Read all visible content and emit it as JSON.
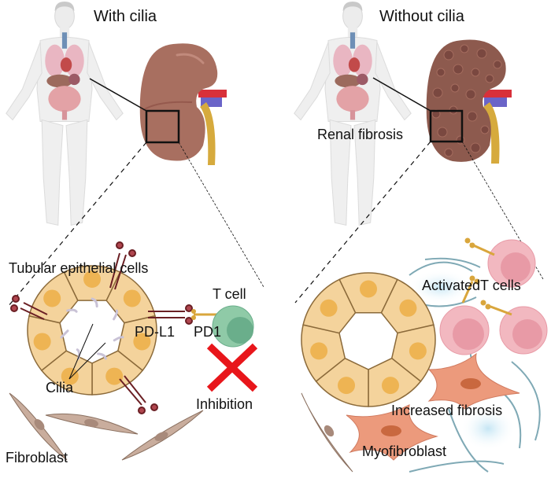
{
  "panels": {
    "left": {
      "title": "With cilia",
      "labels": {
        "tubular_cells": "Tubular epithelial cells",
        "t_cell": "T cell",
        "pd_l1": "PD-L1",
        "pd1": "PD1",
        "cilia": "Cilia",
        "inhibition": "Inhibition",
        "fibroblast": "Fibroblast"
      }
    },
    "right": {
      "title": "Without cilia",
      "labels": {
        "renal_fibrosis": "Renal fibrosis",
        "activated_t_cells": "ActivatedT cells",
        "increased_fibrosis": "Increased fibrosis",
        "myofibroblast": "Myofibroblast"
      }
    }
  },
  "colors": {
    "kidney_healthy": "#a86f60",
    "kidney_fibrotic": "#8d5a4e",
    "epithelial_cell": "#f4d39c",
    "epithelial_border": "#8b6a3a",
    "nucleus": "#eeb453",
    "pd_l1": "#b0464f",
    "pd1": "#d9a63c",
    "t_cell": "#8fcaa7",
    "t_cell_nucleus": "#6aae8b",
    "inhibition_x": "#e8161b",
    "activated_t_cell": "#f2b8c0",
    "activated_t_nucleus": "#e89aa6",
    "fibroblast": "#c9ad9d",
    "myofibroblast": "#ec9a7c",
    "ecm_fiber": "#7fa9b5",
    "artery": "#d8303a",
    "vein": "#6a64c8",
    "ureter": "#d6aa3d"
  }
}
